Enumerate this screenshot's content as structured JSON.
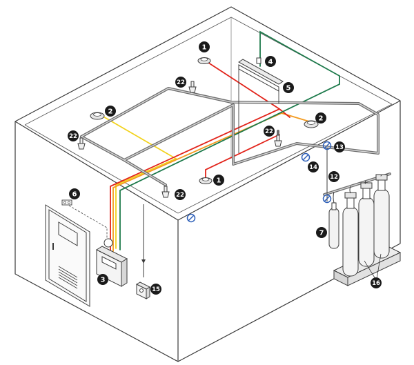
{
  "diagram": {
    "colors": {
      "line": "#3a3a3a",
      "pipe": "#6e6e6e",
      "red": "#e2231a",
      "yellow": "#f2d21c",
      "orange": "#f39a1e",
      "green": "#1d7a4b",
      "blue": "#2d5fb8",
      "badge": "#1a1a1a"
    },
    "labels": [
      {
        "id": "l1a",
        "text": "1"
      },
      {
        "id": "l1b",
        "text": "1"
      },
      {
        "id": "l2a",
        "text": "2"
      },
      {
        "id": "l2b",
        "text": "2"
      },
      {
        "id": "l3",
        "text": "3"
      },
      {
        "id": "l4",
        "text": "4"
      },
      {
        "id": "l5",
        "text": "5"
      },
      {
        "id": "l6",
        "text": "6"
      },
      {
        "id": "l7",
        "text": "7"
      },
      {
        "id": "l12",
        "text": "12"
      },
      {
        "id": "l13",
        "text": "13"
      },
      {
        "id": "l14",
        "text": "14"
      },
      {
        "id": "l15",
        "text": "15"
      },
      {
        "id": "l16",
        "text": "16"
      },
      {
        "id": "l22a",
        "text": "22"
      },
      {
        "id": "l22b",
        "text": "22"
      },
      {
        "id": "l22c",
        "text": "22"
      },
      {
        "id": "l22d",
        "text": "22"
      }
    ]
  }
}
